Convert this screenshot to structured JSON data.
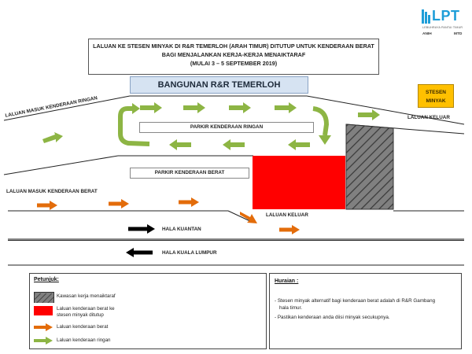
{
  "logo": {
    "name": "LPT",
    "tagline": "LEBUHRAYA PANTAI TIMUR",
    "left_mark": "ANIH",
    "right_mark": "MTD"
  },
  "notice": {
    "line1": "LALUAN KE STESEN MINYAK DI R&R TEMERLOH (ARAH TIMUR) DITUTUP UNTUK KENDERAAN BERAT",
    "line2": "BAGI MENJALANKAN KERJA-KERJA MENAIKTARAF",
    "line3": "(MULAI 3 – 5 SEPTEMBER 2019)"
  },
  "map": {
    "building": "BANGUNAN R&R TEMERLOH",
    "station": "STESEN MINYAK",
    "light_parking": "PARKIR KENDERAAN RINGAN",
    "heavy_parking": "PARKIR KENDERAAN BERAT",
    "light_entry": "LALUAN MASUK KENDERAAN RINGAN",
    "heavy_entry": "LALUAN MASUK KENDERAAN BERAT",
    "exit_top": "LALUAN KELUAR",
    "exit_bottom": "LALUAN KELUAR",
    "dir_kuantan": "HALA KUANTAN",
    "dir_kl": "HALA KUALA LUMPUR"
  },
  "legend": {
    "title": "Petunjuk:",
    "items": [
      {
        "label": "Kawasan kerja menaiktaraf",
        "color": "#7f7f7f"
      },
      {
        "label": "Laluan kenderaan berat ke stesen minyak ditutup",
        "color": "#ff0000"
      },
      {
        "label": "Laluan kenderaan berat",
        "color": "#e36c0a"
      },
      {
        "label": "Laluan kenderaan ringan",
        "color": "#8db544"
      }
    ]
  },
  "description": {
    "title": "Huraian :",
    "point1_a": "- Stesen minyak alternatif bagi kenderaan berat adalah di R&R Gambang",
    "point1_b": "hala timur.",
    "point2": "- Pastikan kenderaan anda diisi minyak secukupnya."
  },
  "colors": {
    "light_arrow": "#8db544",
    "heavy_arrow": "#e36c0a",
    "closed": "#ff0000",
    "work_zone": "#7f7f7f",
    "highway_arrow": "#000000"
  }
}
